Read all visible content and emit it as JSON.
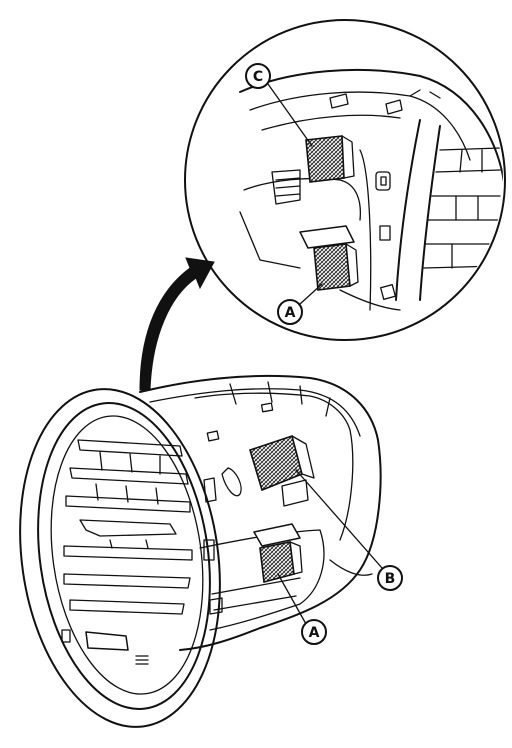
{
  "callouts": {
    "c": "C",
    "a_top": "A",
    "b": "B",
    "a_bottom": "A"
  },
  "colors": {
    "line": "#111111",
    "hatch": "#222222",
    "background": "#ffffff"
  }
}
